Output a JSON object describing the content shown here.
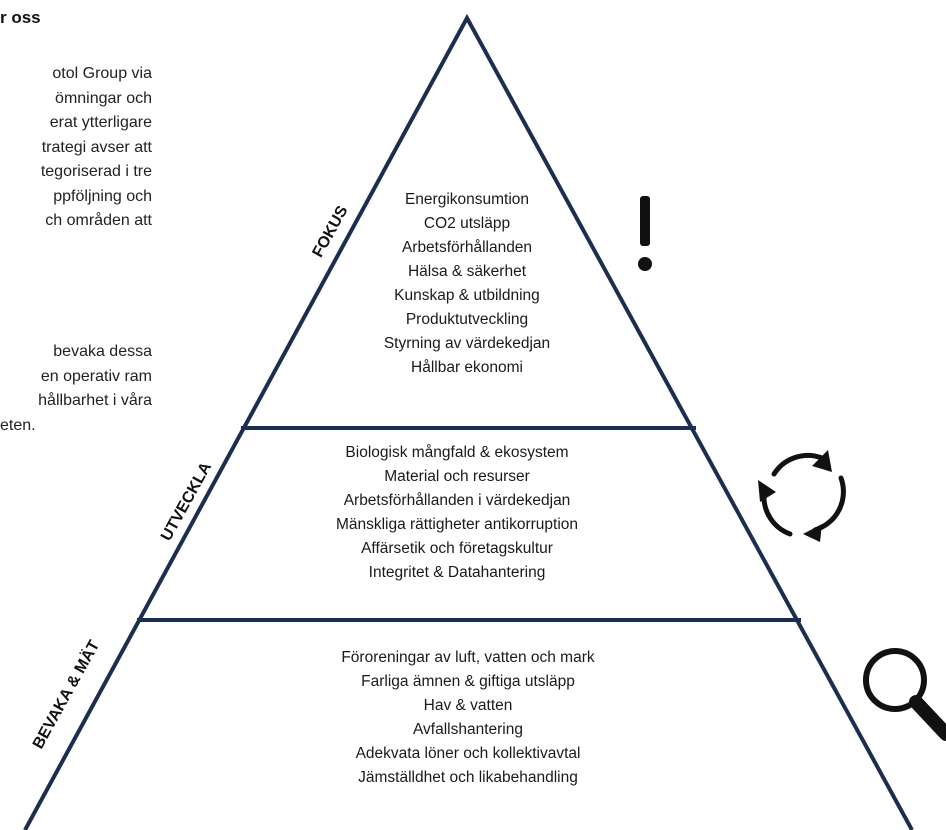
{
  "heading": "r oss",
  "paragraph_1": [
    "otol Group via",
    "ömningar och",
    "erat ytterligare",
    "trategi avser att",
    "tegoriserad i tre",
    "ppföljning och",
    "ch områden att"
  ],
  "paragraph_2": [
    "bevaka dessa",
    "en operativ ram",
    "hållbarhet i våra",
    "eten."
  ],
  "tiers": {
    "fokus": {
      "label": "FOKUS",
      "items": [
        "Energikonsumtion",
        "CO2 utsläpp",
        "Arbetsförhållanden",
        "Hälsa & säkerhet",
        "Kunskap & utbildning",
        "Produktutveckling",
        "Styrning av värdekedjan",
        "Hållbar ekonomi"
      ],
      "icon": "exclamation-icon"
    },
    "utveckla": {
      "label": "UTVECKLA",
      "items": [
        "Biologisk mångfald & ekosystem",
        "Material och resurser",
        "Arbetsförhållanden i värdekedjan",
        "Mänskliga rättigheter antikorruption",
        "Affärsetik och företagskultur",
        "Integritet & Datahantering"
      ],
      "icon": "cycle-arrows-icon"
    },
    "bevaka": {
      "label": "BEVAKA & MÄT",
      "items": [
        "Föroreningar av luft, vatten och mark",
        "Farliga ämnen & giftiga utsläpp",
        "Hav & vatten",
        "Avfallshantering",
        "Adekvata löner och kollektivavtal",
        "Jämställdhet och likabehandling"
      ],
      "icon": "magnifier-icon"
    }
  },
  "colors": {
    "pyramid_stroke": "#1c2e4f",
    "icon": "#111111"
  }
}
